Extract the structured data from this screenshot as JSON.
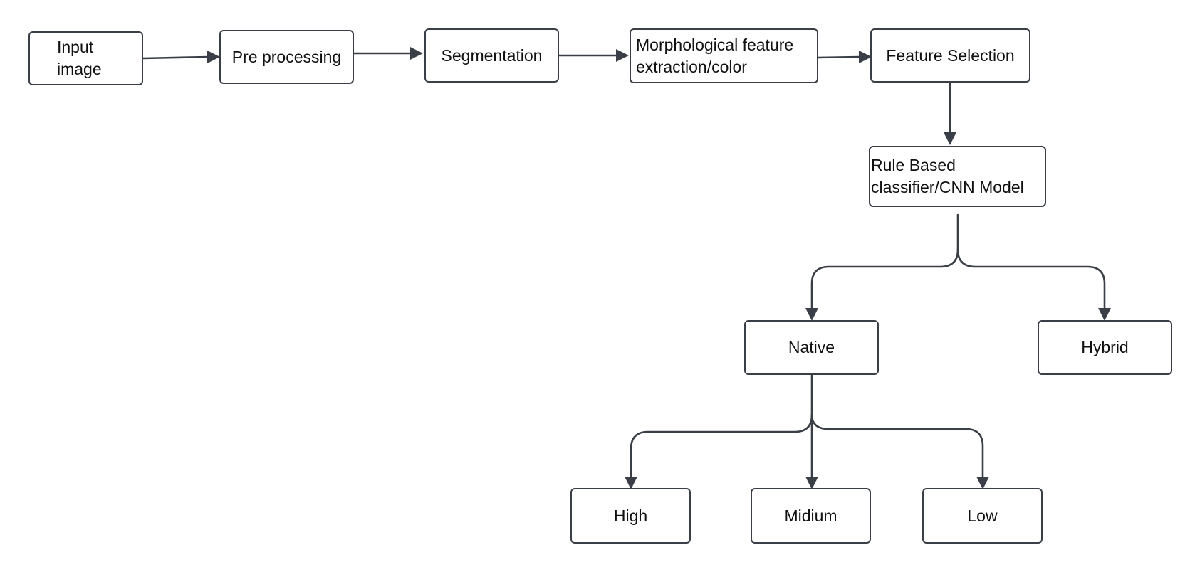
{
  "diagram": {
    "nodes": [
      {
        "id": "input",
        "label": "Input\nimage"
      },
      {
        "id": "preprocessing",
        "label": "Pre processing"
      },
      {
        "id": "segmentation",
        "label": "Segmentation"
      },
      {
        "id": "morphological",
        "label": "Morphological feature\nextraction/color"
      },
      {
        "id": "feature_selection",
        "label": "Feature Selection"
      },
      {
        "id": "classifier",
        "label": "Rule Based\nclassifier/CNN Model"
      },
      {
        "id": "native",
        "label": "Native"
      },
      {
        "id": "hybrid",
        "label": "Hybrid"
      },
      {
        "id": "high",
        "label": "High"
      },
      {
        "id": "midium",
        "label": "Midium"
      },
      {
        "id": "low",
        "label": "Low"
      }
    ],
    "edges": [
      {
        "from": "input",
        "to": "preprocessing"
      },
      {
        "from": "preprocessing",
        "to": "segmentation"
      },
      {
        "from": "segmentation",
        "to": "morphological"
      },
      {
        "from": "morphological",
        "to": "feature_selection"
      },
      {
        "from": "feature_selection",
        "to": "classifier"
      },
      {
        "from": "classifier",
        "to": "native"
      },
      {
        "from": "classifier",
        "to": "hybrid"
      },
      {
        "from": "native",
        "to": "high"
      },
      {
        "from": "native",
        "to": "midium"
      },
      {
        "from": "native",
        "to": "low"
      }
    ],
    "colors": {
      "stroke": "#3a3f47",
      "fill": "#ffffff",
      "text": "#111111"
    }
  }
}
